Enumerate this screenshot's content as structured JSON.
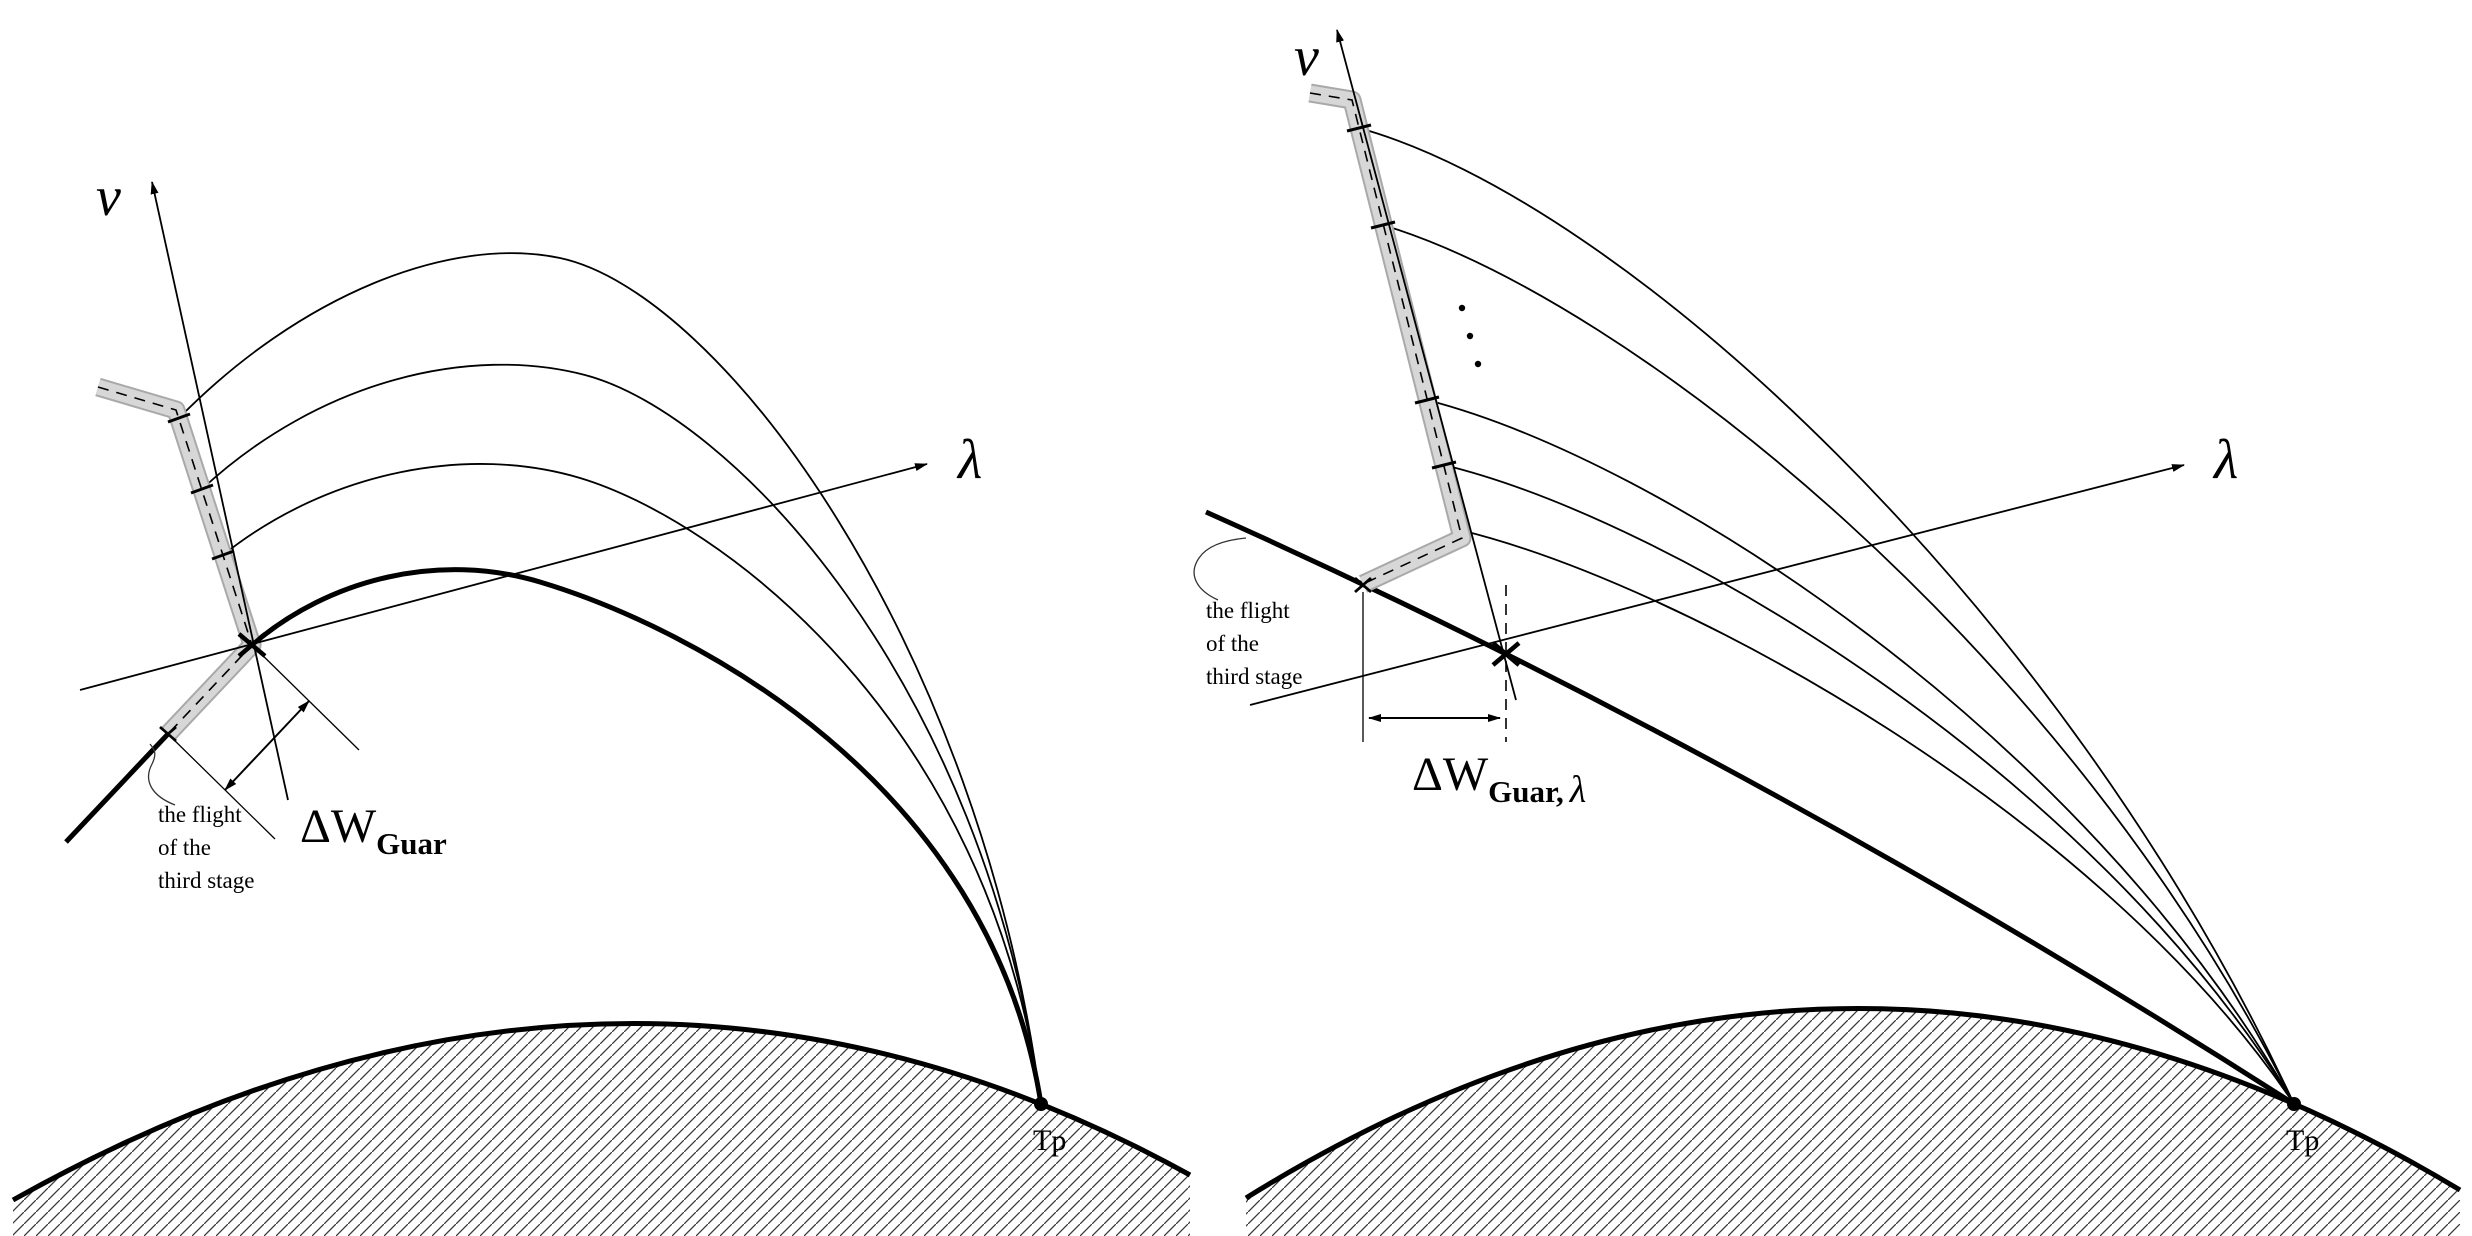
{
  "left": {
    "nu_label": "ν",
    "lambda_label": "λ",
    "tp_label": "Tp",
    "delta_w": {
      "main": "ΔW",
      "sub": "Guar"
    },
    "flight_note": {
      "line1": "the flight",
      "line2": "of the",
      "line3": "third stage"
    }
  },
  "right": {
    "nu_label": "ν",
    "lambda_label": "λ",
    "tp_label": "Tp",
    "delta_w": {
      "main": "ΔW",
      "sub": "Guar,",
      "sub_lambda": "λ"
    },
    "flight_note": {
      "line1": "the flight",
      "line2": "of the",
      "line3": "third stage"
    }
  },
  "colors": {
    "corridor_fill": "#d7d7d7",
    "corridor_edge": "#a9a9a9",
    "line": "#000000",
    "background": "#ffffff"
  }
}
